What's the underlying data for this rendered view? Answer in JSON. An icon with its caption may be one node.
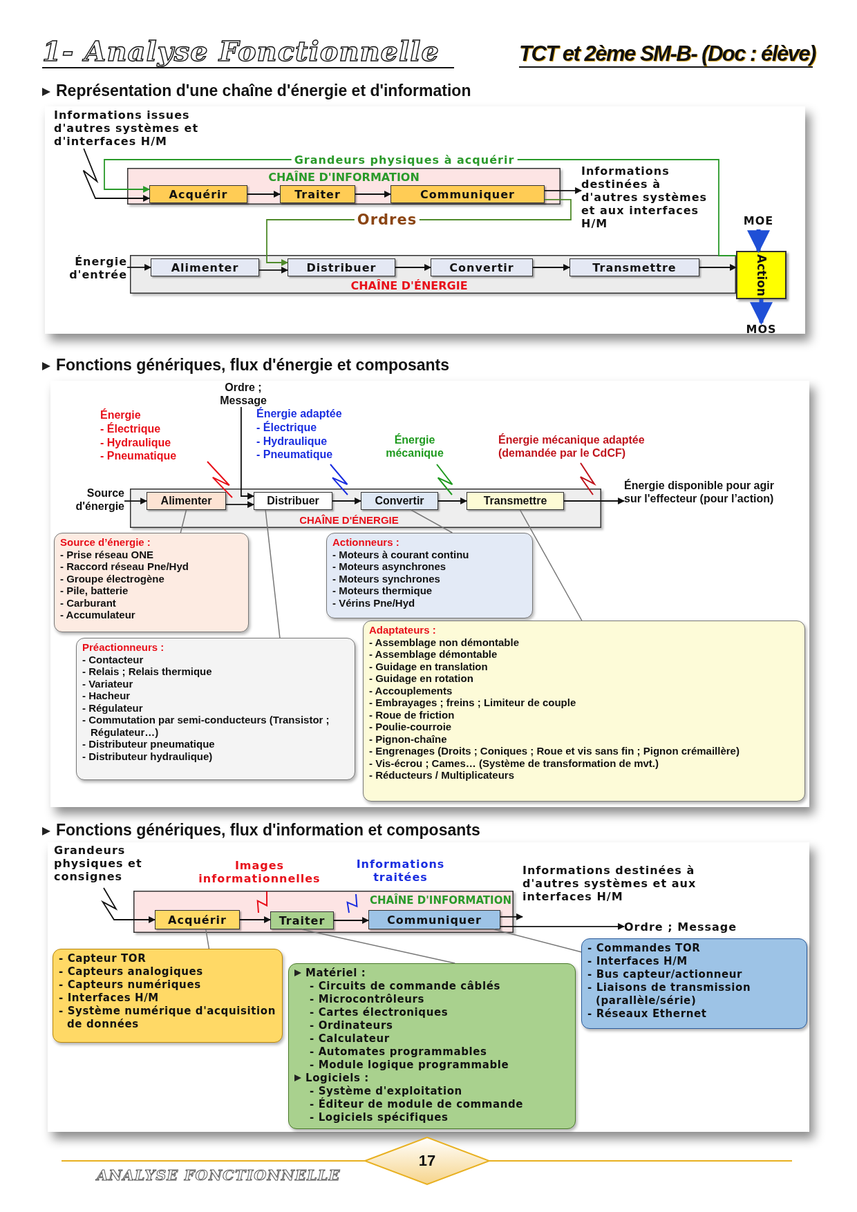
{
  "diagram": {
    "title": "1- Analyse Fonctionnelle",
    "nodes": [
      {
        "text": [
          "Informations issues d'autres systèmes et d'interfaces H/M"
        ]
      },
      {
        "text": [
          "CHAÎNE D'INFORMATION"
        ]
      },
      {
        "text": [
          "Acquérir"
        ],
        "in": 1
      },
      {
        "text": [
          "Traiter"
        ],
        "in": 1
      },
      {
        "text": [
          "Communiquer"
        ],
        "in": 1
      },
      {
        "text": [
          "Informations destinées à d'autres systèmes et aux interfaces H/M"
        ]
      },
      {
        "text": [
          "CHAÎNE D'ÉNERGIE"
        ]
      },
      {
        "text": [
          "Énergie d'entrée"
        ]
      },
      {
        "text": [
          "Alimenter"
        ],
        "in": 6
      },
      {
        "text": [
          "Distribuer"
        ],
        "in": 6
      },
      {
        "text": [
          "Convertir"
        ],
        "in": 6
      },
      {
        "text": [
          "Transmettre"
        ],
        "in": 6
      },
      {
        "text": [
          "Action"
        ]
      },
      {
        "text": [
          "MOE"
        ]
      },
      {
        "text": [
          "MOS"
        ]
      },
      {
        "text": [
          "Ordre ; Message"
        ]
      },
      {
        "text": [
          "CHAÎNE D'ÉNERGIE"
        ]
      },
      {
        "text": [
          "Alimenter"
        ],
        "in": 16
      },
      {
        "text": [
          "Distribuer"
        ],
        "in": 16
      },
      {
        "text": [
          "Convertir"
        ],
        "in": 16
      },
      {
        "text": [
          "Transmettre"
        ],
        "in": 16
      },
      {
        "text": [
          "Source d'énergie"
        ]
      },
      {
        "text": [
          "Énergie disponible pour agir sur l'effecteur (pour l’action)"
        ]
      },
      {
        "text": [
          "Source d’énergie :",
          "- Prise réseau ONE",
          "- Raccord réseau Pne/Hyd",
          "- Groupe électrogène",
          "- Pile, batterie",
          "- Carburant",
          "- Accumulateur"
        ]
      },
      {
        "text": [
          "Préactionneurs :",
          "- Contacteur",
          "- Relais ; Relais thermique",
          "- Variateur",
          "- Hacheur",
          "- Régulateur",
          "- Commutation par semi-conducteurs (Transistor ; Régulateur…)",
          "- Distributeur pneumatique",
          "- Distributeur hydraulique)"
        ]
      },
      {
        "text": [
          "Actionneurs :",
          "- Moteurs à courant continu",
          "- Moteurs asynchrones",
          "- Moteurs synchrones",
          "- Moteurs thermique",
          "- Vérins Pne/Hyd"
        ]
      },
      {
        "text": [
          "Adaptateurs :",
          "- Assemblage non démontable",
          "- Assemblage démontable",
          "- Guidage en translation",
          "- Guidage en rotation",
          "- Accouplements",
          "- Embrayages ; freins ; Limiteur de couple",
          "- Roue de friction",
          "- Poulie-courroie",
          "- Pignon-chaîne",
          "- Engrenages (Droits ; Coniques ; Roue et vis sans fin ; Pignon crémaillère)",
          "- Vis-écrou ; Cames… (Système de transformation de mvt.)",
          "- Réducteurs / Multiplicateurs"
        ]
      },
      {
        "text": [
          "Grandeurs physiques et consignes"
        ]
      },
      {
        "text": [
          "CHAÎNE D'INFORMATION"
        ]
      },
      {
        "text": [
          "Acquérir"
        ],
        "in": 28
      },
      {
        "text": [
          "Traiter"
        ],
        "in": 28
      },
      {
        "text": [
          "Communiquer"
        ],
        "in": 28
      },
      {
        "text": [
          "Informations destinées à d'autres systèmes et aux interfaces H/M"
        ]
      },
      {
        "text": [
          "Ordre ; Message"
        ]
      },
      {
        "text": [
          "- Capteur TOR",
          "- Capteurs analogiques",
          "- Capteurs numériques",
          "- Interfaces H/M",
          "- Système numérique d'acquisition de données"
        ]
      },
      {
        "text": [
          "Matériel :",
          "- Circuits de commande câblés",
          "- Microcontrôleurs",
          "- Cartes électroniques",
          "- Ordinateurs",
          "- Calculateur",
          "- Automates programmables",
          "- Module logique programmable",
          "Logiciels :",
          "- Système d'exploitation",
          "- Éditeur de module de commande",
          "- Logiciels spécifiques"
        ]
      },
      {
        "text": [
          "- Commandes TOR",
          "- Interfaces H/M",
          "- Bus capteur/actionneur",
          "- Liaisons de transmission (parallèle/série)",
          "- Réseaux Ethernet"
        ]
      }
    ],
    "edges": [
      {
        "from": 0,
        "to": 2,
        "arrow": "to"
      },
      {
        "from": 2,
        "to": 3,
        "arrow": "to"
      },
      {
        "from": 3,
        "to": 4,
        "arrow": "to"
      },
      {
        "from": 4,
        "to": 5,
        "arrow": "to"
      },
      {
        "from": 7,
        "to": 8,
        "arrow": "to"
      },
      {
        "from": 8,
        "to": 9,
        "arrow": "to"
      },
      {
        "from": 9,
        "to": 10,
        "arrow": "to"
      },
      {
        "from": 10,
        "to": 11,
        "arrow": "to"
      },
      {
        "from": 11,
        "to": 12,
        "arrow": "to"
      },
      {
        "from": 13,
        "to": 12,
        "arrow": "to",
        "style": "thick",
        "color": "#1f4fd6"
      },
      {
        "from": 12,
        "to": 14,
        "arrow": "to",
        "style": "thick",
        "color": "#1f4fd6"
      },
      {
        "from": 12,
        "to": 2,
        "arrow": "to",
        "label": "Grandeurs physiques à acquérir",
        "color": "#2a9a2a"
      },
      {
        "from": 4,
        "to": 9,
        "arrow": "to",
        "label": "Ordres",
        "color": "#4f8a2a"
      },
      {
        "from": 21,
        "to": 17,
        "arrow": "to"
      },
      {
        "from": 17,
        "to": 18,
        "arrow": "to"
      },
      {
        "from": 15,
        "to": 18,
        "arrow": "to"
      },
      {
        "from": 18,
        "to": 19,
        "arrow": "to"
      },
      {
        "from": 19,
        "to": 20,
        "arrow": "to"
      },
      {
        "from": 20,
        "to": 22,
        "arrow": "to"
      },
      {
        "from": 23,
        "to": 17,
        "arrow": "none",
        "color": "#777777"
      },
      {
        "from": 24,
        "to": 18,
        "arrow": "none",
        "color": "#777777"
      },
      {
        "from": 25,
        "to": 19,
        "arrow": "none",
        "color": "#777777"
      },
      {
        "from": 26,
        "to": 20,
        "arrow": "none",
        "color": "#777777"
      },
      {
        "from": 27,
        "to": 29,
        "arrow": "to"
      },
      {
        "from": 29,
        "to": 30,
        "arrow": "to"
      },
      {
        "from": 30,
        "to": 31,
        "arrow": "to"
      },
      {
        "from": 31,
        "to": 32,
        "arrow": "to"
      },
      {
        "from": 31,
        "to": 33,
        "arrow": "to"
      },
      {
        "from": 34,
        "to": 29,
        "arrow": "none",
        "color": "#777777"
      },
      {
        "from": 35,
        "to": 30,
        "arrow": "none",
        "color": "#777777"
      },
      {
        "from": 36,
        "to": 31,
        "arrow": "none",
        "color": "#777777"
      }
    ],
    "labels": [
      "TCT et 2ème SM-B- (Doc : élève)",
      "Représentation d'une chaîne d'énergie et d'information",
      "Fonctions génériques, flux d'énergie et composants",
      "Énergie",
      "- Électrique",
      "- Hydraulique",
      "- Pneumatique",
      "Énergie adaptée",
      "- Électrique",
      "- Hydraulique",
      "- Pneumatique",
      "Énergie mécanique",
      "Énergie mécanique adaptée (demandée par le CdCF)",
      "Fonctions génériques, flux d'information et composants",
      "Images informationnelles",
      "Informations traitées",
      "17",
      "ANALYSE FONCTIONNELLE"
    ]
  }
}
